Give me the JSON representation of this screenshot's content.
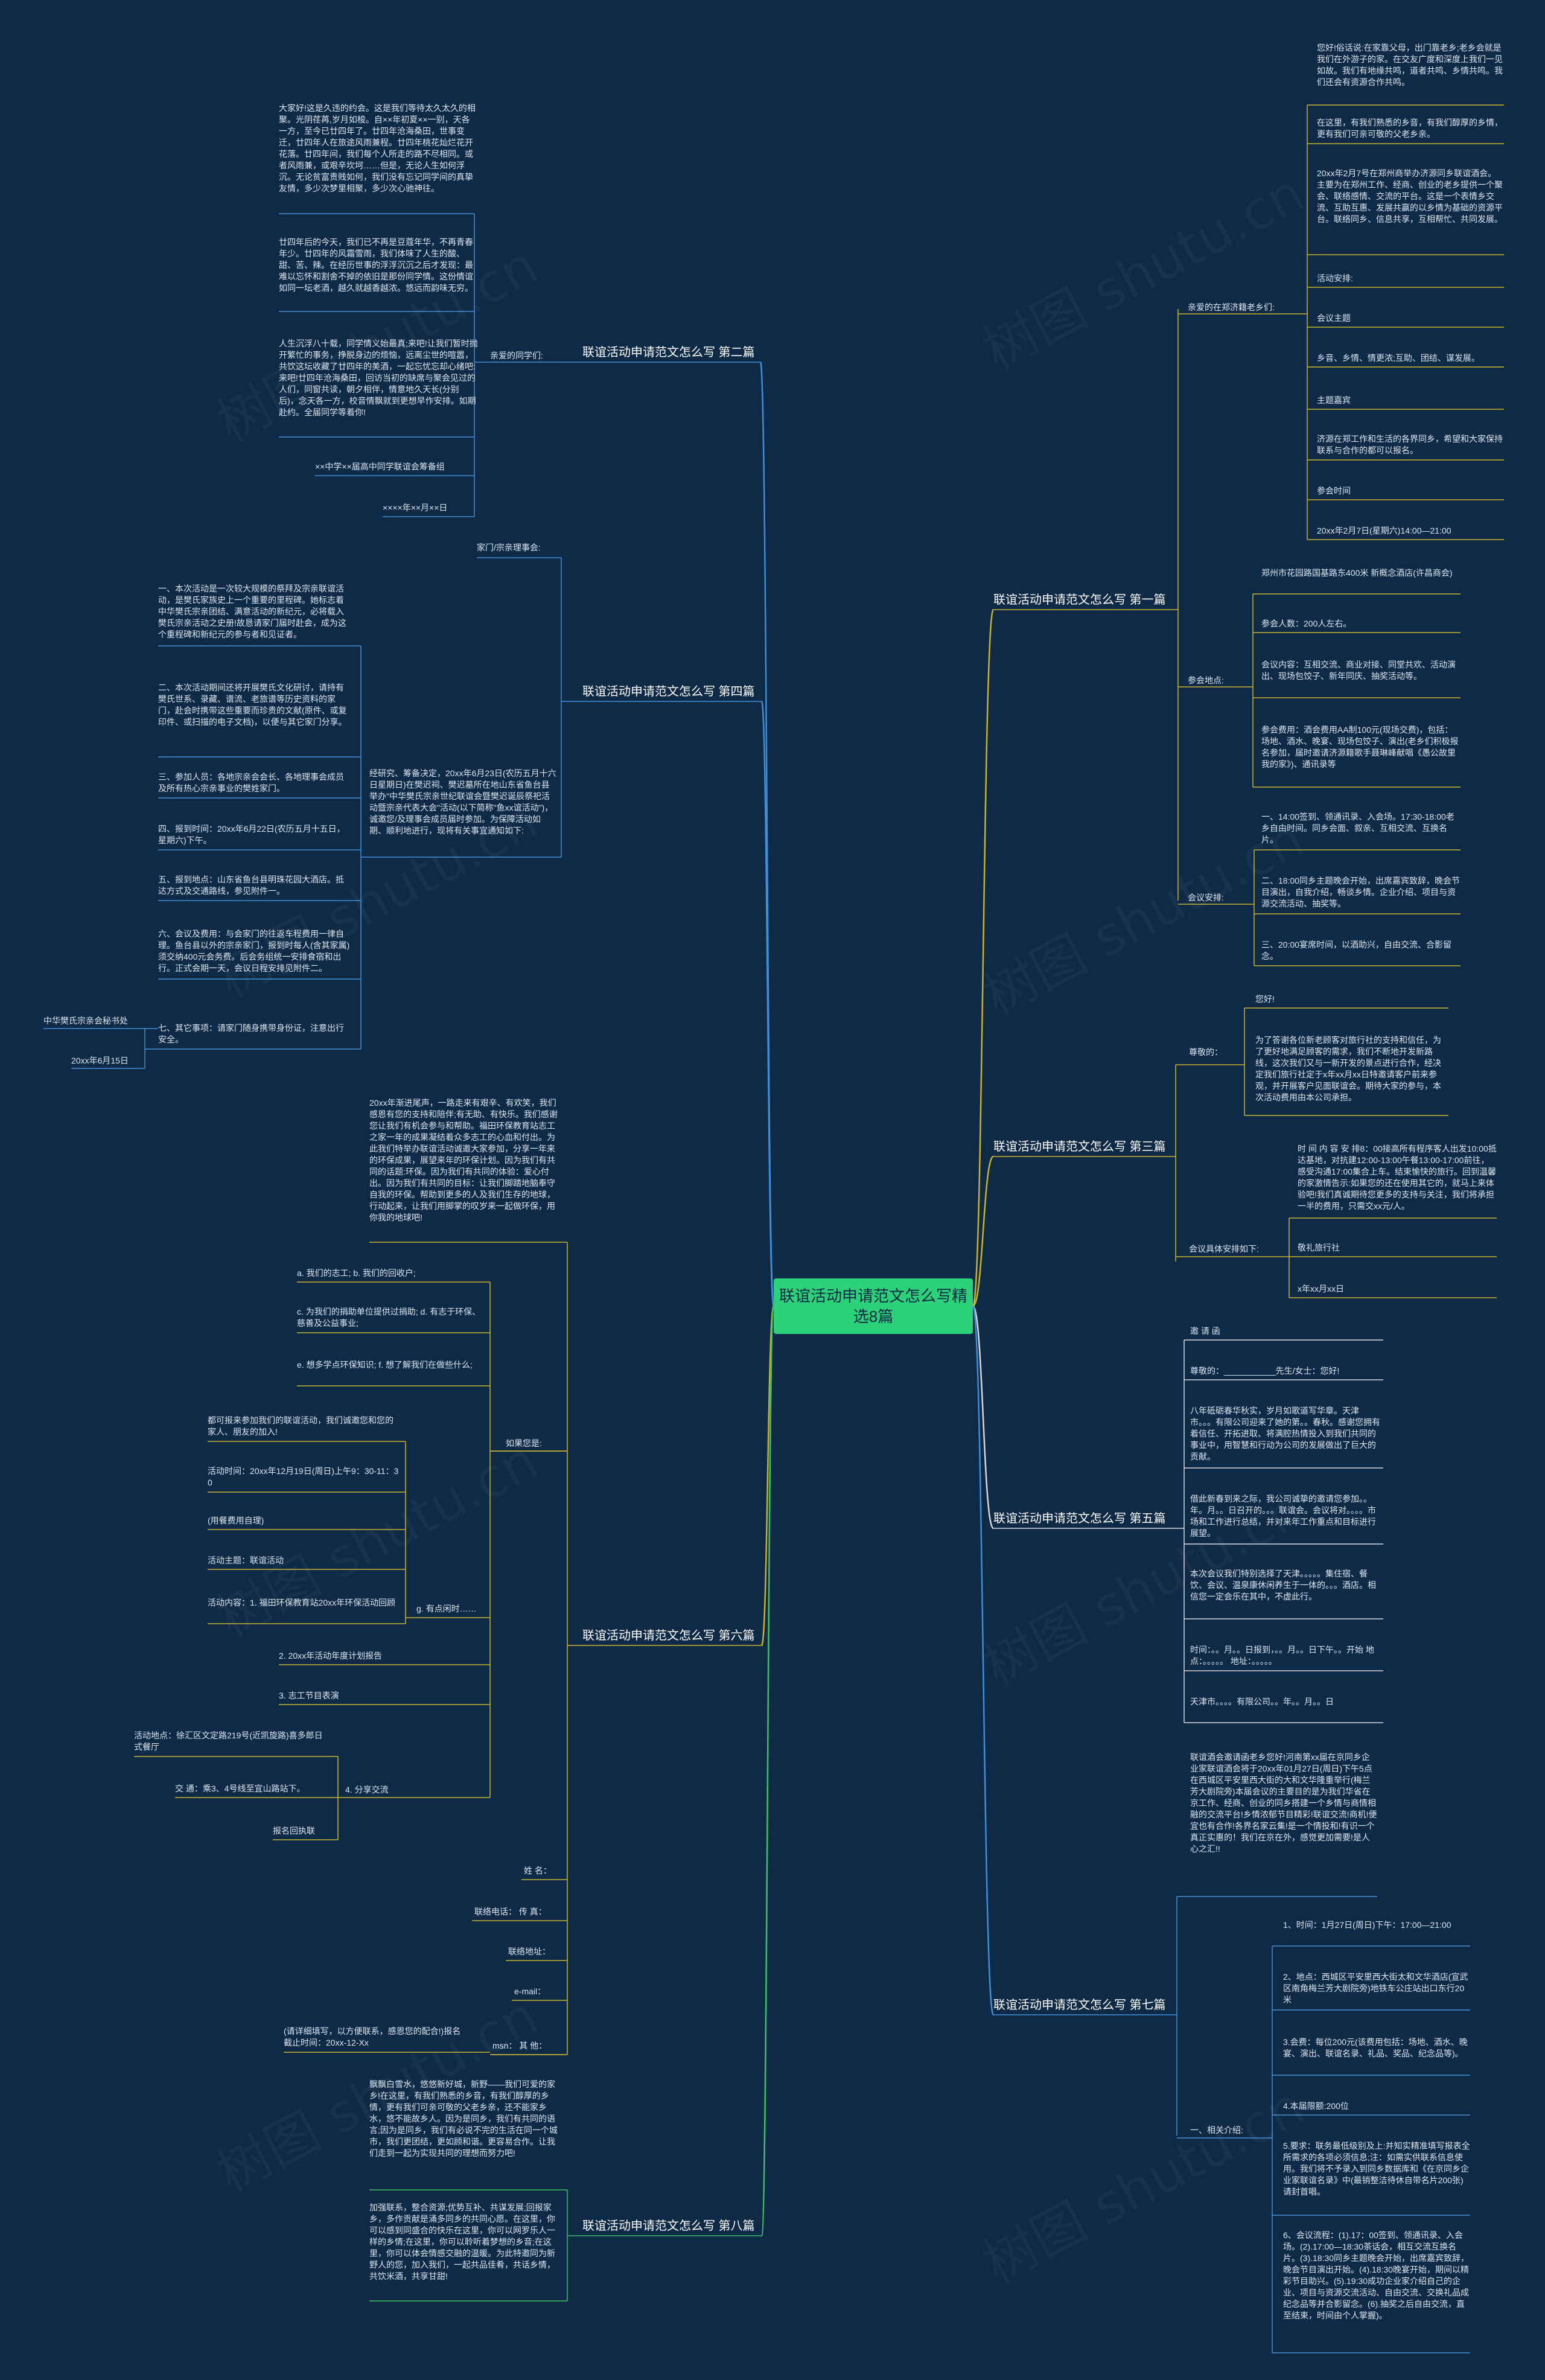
{
  "root": {
    "title": "联谊活动申请范文怎么写精选8篇"
  },
  "watermark": "树图 shutu.cn",
  "colors": {
    "background": "#0f2a47",
    "root_fill": "#2bd27a",
    "b1": "#c8b32a",
    "b2": "#3f8fd8",
    "b3": "#c8b32a",
    "b4": "#3f8fd8",
    "b5": "#d8d8d8",
    "b6": "#c8b32a",
    "b7": "#3f8fd8",
    "b8": "#3fbf6a"
  },
  "branches": {
    "b1": {
      "title": "联谊活动申请范文怎么写 第一篇",
      "c1": "亲爱的在郑济籍老乡们:",
      "c1_items": [
        "您好!俗话说:在家靠父母，出门靠老乡;老乡会就是我们在外游子的家。在交友广度和深度上我们一见如故。我们有地缘共鸣，道者共鸣、乡情共鸣。我们还会有资源合作共鸣。",
        "在这里，有我们熟悉的乡音，有我们醇厚的乡情，更有我们可亲可敬的父老乡亲。",
        "20xx年2月7号在郑州商举办济源同乡联谊酒会。主要为在郑州工作、经商、创业的老乡提供一个聚会、联络感情、交流的平台。这是一个表情乡交流、互助互惠、发展共赢的以乡情为基础的资源平台。联络同乡、信息共享，互相帮忙、共同发展。",
        "活动安排:",
        "会议主题",
        "乡音、乡情、情更浓;互助、团结、谋发展。",
        "主题嘉宾",
        "济源在郑工作和生活的各界同乡，希望和大家保持联系与合作的都可以报名。",
        "参会时间",
        "20xx年2月7日(星期六)14:00—21:00"
      ],
      "c2": "参会地点:",
      "c2_items": [
        "郑州市花园路国基路东400米 新概念酒店(许昌商会)",
        "参会人数：200人左右。",
        "会议内容：互相交流、商业对接、同堂共欢、活动演出、现场包饺子、新年同庆、抽奖活动等。",
        "参会费用：酒会费用AA制100元(现场交费)，包括：场地、酒水、晚宴、现场包饺子、演出(老乡们积极报名参加，届时邀请济源籍歌手聂琳峰献唱《愚公故里我的家》)、通讯录等"
      ],
      "c3": "会议安排:",
      "c3_items": [
        "一、14:00签到、领通讯录、入会场。17:30-18:00老乡自由时间。同乡会面、叙亲、互相交流、互换名片。",
        "二、18:00同乡主题晚会开始，出席嘉宾致辞，晚会节目演出，自我介绍，畅谈乡情。企业介绍、项目与资源交流活动、抽奖等。",
        "三、20:00宴席时间，以酒助兴，自由交流、合影留念。"
      ]
    },
    "b2": {
      "title": "联谊活动申请范文怎么写 第二篇",
      "c1": "亲爱的同学们:",
      "c1_items": [
        "大家好!这是久违的约会。这是我们等待太久太久的相聚。光阴荏苒,岁月如梭。自××年初夏××一别，天各一方，至今已廿四年了。廿四年沧海桑田，世事变迁，廿四年人在旅途风雨兼程。廿四年桃花灿烂花开花落。廿四年间，我们每个人所走的路不尽相同。或者风雨兼，或艰辛坎坷……但是，无论人生如何浮沉。无论贫富贵贱如何，我们没有忘记同学间的真挚友情，多少次梦里相聚，多少次心驰神往。",
        "廿四年后的今天，我们已不再是豆蔻年华，不再青春年少。廿四年的风霜雪雨，我们体味了人生的酸、甜、苦、辣。在经历世事的浮浮沉沉之后才发现：最难以忘怀和割舍不掉的依旧是那份同学情。这份情谊如同一坛老酒，越久就越香越浓。悠远而韵味无穷。",
        "人生沉浮八十载，同学情义始最真;来吧!让我们暂时抛开繁忙的事务，挣脱身边的烦恼，远离尘世的喧嚣，共饮这坛收藏了廿四年的美酒，一起忘忧忘却心绪吧:来吧!廿四年沧海桑田，回访当初的缺席与聚会见过的人们，同窗共读，朝夕相伴，情意地久天长(分别后)，念天各一方，校音情飘就到更想早作安排。如期赴约。全届同学等着你!",
        "××中学××届高中同学联谊会筹备组",
        "××××年××月××日"
      ]
    },
    "b3": {
      "title": "联谊活动申请范文怎么写 第三篇",
      "c1": "尊敬的：",
      "c1_items": [
        "您好!",
        "为了答谢各位新老顾客对旅行社的支持和信任，为了更好地满足顾客的需求，我们不断地开发新路线，这次我们又与一新开发的景点进行合作，经决定我们旅行社定于x年xx月xx日特邀请客户前来参观，并开展客户见面联谊会。期待大家的参与，本次活动费用由本公司承担。"
      ],
      "c2": "会议具体安排如下:",
      "c2_items": [
        "时 间 内 容 安 排8：00接高所有程序客人出发10:00抵达基地，对抗建12:00-13:00午餐13:00-17:00前往，感受沟通17:00集合上车。结束愉快的旅行。回到温馨的家激情告示:如果您的还在使用其它的，就马上来体验吧!我们真诚期待您更多的支持与关注，我们将承担一半的费用，只需交xx元/人。",
        "敬礼旅行社",
        "x年xx月xx日"
      ]
    },
    "b4": {
      "title": "联谊活动申请范文怎么写 第四篇",
      "c1": "家门/宗亲理事会:",
      "c1_intro": "经研究、筹备决定，20xx年6月23日(农历五月十六日星期日)在樊迟祠、樊迟墓所在地山东省鱼台县举办\"中华樊氏宗亲世纪联谊会暨樊迟诞辰祭祀活动暨宗亲代表大会\"活动(以下简称\"鱼xx谊活动\")，诚邀您/及理事会成员届时参加。为保障活动如期、顺利地进行，现将有关事宜通知如下:",
      "c1_items": [
        "一、本次活动是一次较大规模的祭拜及宗亲联谊活动，是樊氏家族史上一个重要的里程碑。她标志着中华樊氏宗亲团结、满意活动的新纪元，必将载入樊氏宗亲活动之史册!故恳请家门届时赴会，成为这个重程碑和新纪元的参与者和见证者。",
        "二、本次活动期间还将开展樊氏文化研讨，请持有樊氏世系、录藏、谱流、老旅谱等历史资料的家门，赴会时携带这些重要而珍贵的文献(原件、或复印件、或扫描的电子文档)，以便与其它家门分享。",
        "三、参加人员：各地宗亲会会长、各地理事会成员及所有热心宗亲事业的樊姓家门。",
        "四、报到时间：20xx年6月22日(农历五月十五日，星期六)下午。",
        "五、报到地点：山东省鱼台县明珠花园大酒店。抵达方式及交通路线，参见附件一。",
        "六、会议及费用：与会家门的往返车程费用一律自理。鱼台县以外的宗亲家门，报到时每人(含其家属)须交纳400元会务费。后会务组统一安排食宿和出行。正式会期一天，会议日程安排见附件二。",
        "七、其它事项：请家门随身携带身份证，注意出行安全。"
      ],
      "signature": "中华樊氏宗亲会秘书处",
      "date": "20xx年6月15日"
    },
    "b5": {
      "title": "联谊活动申请范文怎么写 第五篇",
      "items": [
        "邀 请 函",
        "尊敬的：___________先生/女士：您好!",
        "八年砥砺春华秋实，岁月如歌道写华章。天津市。。。有限公司迎来了她的第。。春秋。感谢您拥有着信任、开拓进取、将满腔热情投入到我们共同的事业中，用智慧和行动为公司的发展做出了巨大的贡献。",
        "借此新春到来之际，我公司诚挚的邀请您参加。。年。月。。日召开的。。。联谊会。会议将对。。。。市场和工作进行总结，并对来年工作重点和目标进行展望。",
        "本次会议我们特别选择了天津。。。。。集住宿、餐饮、会议、温泉康休闲养生于一体的。。。酒店。相信您一定会乐在其中，不虚此行。",
        "时间：。。月。。日报到，。。月。。日下午。。开始 地点：。。。。。 地址：。。。。。",
        "天津市。。。。有限公司。。年。。月。。日"
      ]
    },
    "b6": {
      "title": "联谊活动申请范文怎么写 第六篇",
      "intro": "20xx年渐进尾声，一路走来有艰辛、有欢笑，我们感恩有您的支持和陪伴;有无助、有快乐。我们感谢您让我们有机会参与和帮助。福田环保教育站志工之家一年的成果凝结着众多志工的心血和付出。为此我们特举办联谊活动诚邀大家参加，分享一年来的环保成果，展望来年的环保计划。因为我们有共同的话题:环保。因为我们有共同的体验：爱心付出。因为我们有共同的目标：让我们脚踏地脑奉守自我的环保。帮助到更多的人及我们生存的地球，行动起来，让我们用脚掌的叹岁来一起做环保，用你我的地球吧!",
      "items": [
        "a. 我们的志工; b. 我们的回收户;",
        "c. 为我们的捐助单位提供过捐助; d. 有志于环保、慈善及公益事业;",
        "e. 想多学点环保知识; f. 想了解我们在做些什么;"
      ],
      "c1": "如果您是:",
      "g": "g. 有点闲时……",
      "g_items": [
        "都可报来参加我们的联谊活动，我们诚邀您和您的家人、朋友的加入!",
        "活动时间：20xx年12月19日(周日)上午9：30-11：30",
        "(用餐费用自理)",
        "活动主题：联谊活动",
        "活动内容：1. 福田环保教育站20xx年环保活动回顾"
      ],
      "items2": [
        "2. 20xx年活动年度计划报告",
        "3. 志工节目表演"
      ],
      "share": "4. 分享交流",
      "share_items": [
        "活动地点：徐汇区文定路219号(近凯旋路)喜多郎日式餐厅",
        "交 通：乘3、4号线至宜山路站下。",
        "报名回执联"
      ],
      "form": [
        "姓 名：",
        "联络电话： 传 真：",
        "联络地址：",
        "e-mail：",
        "msn： 其 他："
      ],
      "form_note": "(请详细填写，以方便联系，感恩您的配合!)报名截止时间：20xx-12-Xx"
    },
    "b7": {
      "title": "联谊活动申请范文怎么写 第七篇",
      "intro": "联谊酒会邀请函老乡您好!河南第xx届在京同乡企业家联谊酒会将于20xx年01月27日(周日)下午5点在西城区平安里西大街的大和文华隆重举行(梅兰芳大剧院旁)本届会议的主要目的是为我们华省在京工作、经商、创业的同乡搭建一个乡情与商情相融的交流平台!乡情浓郁节目精彩!联谊交流!商机!便宜也有合作!各界名家云集!是一个情投和!有识一个真正实惠的！我们在京在外，感觉更加需要!是人心之汇!!",
      "c1": "一、相关介绍:",
      "c1_items": [
        "1、时间：1月27日(周日)下午：17:00—21:00",
        "2、地点：西城区平安里西大街太和文华酒店(宣武区南角梅兰芳大剧院旁)地铁车公庄站出口东行20米",
        "3.会费：每位200元(该费用包括：场地、酒水、晚宴、演出、联谊名录、礼品、奖品、纪念品等)。",
        "4.本届限额:200位",
        "5.要求：联务最低级别及上:并知实精准填写报表全所需求的各项必须信息;注：如需实供联系信息使用。我们将不予录入到同乡数据库和《在京同乡企业家联谊名录》中(最销整洁待休自带名片200张)请封首唱。",
        "6、会议流程：(1).17：00签到、领通讯录、入会场。(2).17:00—18:30茶话会，相互交流互换名片。(3).18:30同乡主题晚会开始，出席嘉宾致辞，晚会节目演出开始。(4).18:30晚宴开始，期间以精彩节目助兴。(5).19:30成功企业家介绍自己的企业、项目与资源交流活动、自由交流、交换礼品成纪念品等并合影留念。(6).抽奖之后自由交流，直至结束，时间由个人掌握)。"
      ]
    },
    "b8": {
      "title": "联谊活动申请范文怎么写 第八篇",
      "items": [
        "飘飘白雪水，悠悠新好城，新野——我们可爱的家乡!在这里，有我们熟悉的乡音，有我们醇厚的乡情，更有我们可亲可敬的父老乡亲，还不能家乡水，悠不能故乡人。因为是同乡，我们有共同的语言;因为是同乡，我们有必说不完的生活在同一个城市，我们更团结，更如顾和谐。更容易合作。让我们走到一起为实现共同的理想而努力吧!",
        "加强联系，整合资源;优势互补、共谋发展;回报家乡，多作贡献是涌多同乡的共同心愿。在这里，你可以感到同盛合的快乐在这里，你可以网罗乐人一样的乡情;在这里，你可以聆听着梦想的乡音;在这里，你可以体会情感交融的温暖。为此特邀同为新野人的您，加入我们，一起共品佳肴，共话乡情，共饮米酒，共享甘甜!"
      ]
    }
  }
}
